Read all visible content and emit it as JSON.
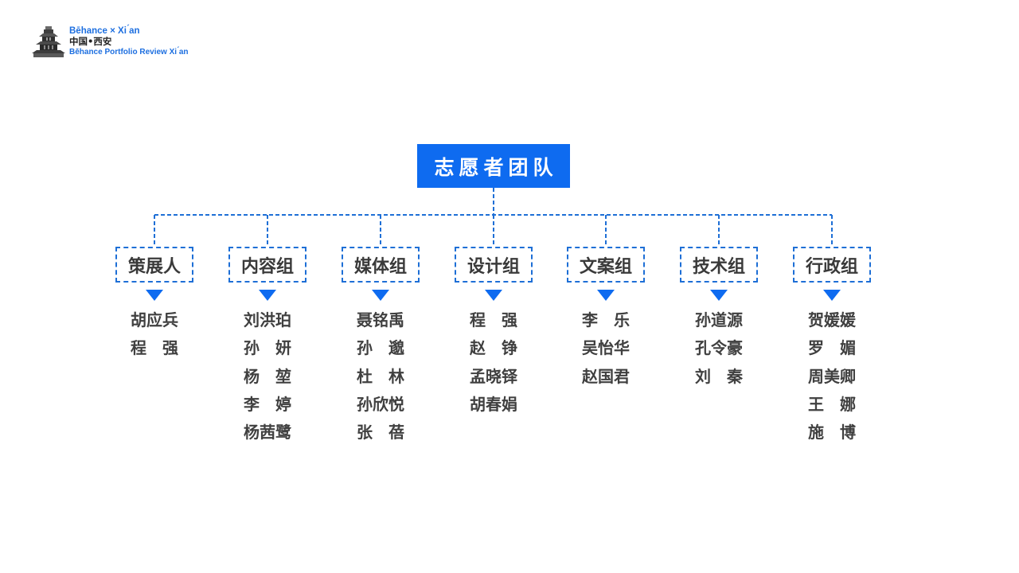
{
  "logo": {
    "line1": "Bēhance × Xi ́an",
    "line2": "中国•西安",
    "line3": "Bēhance Portfolio Review Xi ́an",
    "icon": "bell-tower-icon"
  },
  "root": {
    "label": "志愿者团队"
  },
  "colors": {
    "accent": "#0e6bf0",
    "dash": "#1e6fd6",
    "text": "#404040"
  },
  "groups": [
    {
      "label": "策展人",
      "members": [
        "胡应兵",
        "程　强"
      ]
    },
    {
      "label": "内容组",
      "members": [
        "刘洪珀",
        "孙　妍",
        "杨　堃",
        "李　婷",
        "杨茜鹭"
      ]
    },
    {
      "label": "媒体组",
      "members": [
        "聂铭禹",
        "孙　邈",
        "杜　林",
        "孙欣悦",
        "张　蓓"
      ]
    },
    {
      "label": "设计组",
      "members": [
        "程　强",
        "赵　铮",
        "孟晓铎",
        "胡春娟"
      ]
    },
    {
      "label": "文案组",
      "members": [
        "李　乐",
        "吴怡华",
        "赵国君"
      ]
    },
    {
      "label": "技术组",
      "members": [
        "孙道源",
        "孔令豪",
        "刘　秦"
      ]
    },
    {
      "label": "行政组",
      "members": [
        "贺媛媛",
        "罗　媚",
        "周美卿",
        "王　娜",
        "施　博"
      ]
    }
  ]
}
